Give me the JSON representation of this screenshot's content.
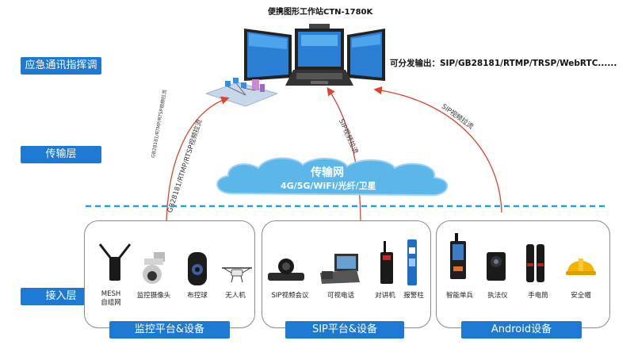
{
  "workstation_title": "便携图形工作站CTN-1780K",
  "output_text": "可分发输出：SIP/GB28181/RTMP/TRSP/WebRTC......",
  "layers": {
    "dispatch": "应急通讯指挥调度",
    "transport": "传输层",
    "access": "接入层"
  },
  "cloud": {
    "title": "传输网",
    "subtitle": "4G/5G/WiFi/光纤/卫星"
  },
  "arrows": {
    "left_small": "GB28181/RTMP/RTSP视频拉流",
    "left_large": "GB28181/RTMP/RTSP视频拉流",
    "middle": "SIP视频拉流",
    "right": "SIP视频拉流"
  },
  "groups": [
    {
      "label": "监控平台&设备",
      "devices": [
        {
          "name": "MESH",
          "name2": "自组网",
          "icon": "mesh-radio-icon"
        },
        {
          "name": "监控摄像头",
          "icon": "surveillance-camera-icon"
        },
        {
          "name": "布控球",
          "icon": "deployment-ball-camera-icon"
        },
        {
          "name": "无人机",
          "icon": "drone-icon"
        }
      ]
    },
    {
      "label": "SIP平台&设备",
      "devices": [
        {
          "name": "SIP视频会议",
          "icon": "conference-camera-icon"
        },
        {
          "name": "可视电话",
          "icon": "video-phone-icon"
        },
        {
          "name": "对讲机",
          "icon": "walkie-talkie-icon"
        },
        {
          "name": "报警柱",
          "icon": "alarm-pillar-icon"
        }
      ]
    },
    {
      "label": "Android设备",
      "devices": [
        {
          "name": "智能单兵",
          "icon": "smart-soldier-device-icon"
        },
        {
          "name": "执法仪",
          "icon": "body-camera-icon"
        },
        {
          "name": "手电筒",
          "icon": "flashlight-icon"
        },
        {
          "name": "安全帽",
          "icon": "safety-helmet-icon"
        }
      ]
    }
  ],
  "colors": {
    "accent_blue": "#1e79d3",
    "arrow_red": "#e0422c",
    "cloud_blue": "#5bb6ea",
    "divider_blue": "#2b9be0"
  }
}
